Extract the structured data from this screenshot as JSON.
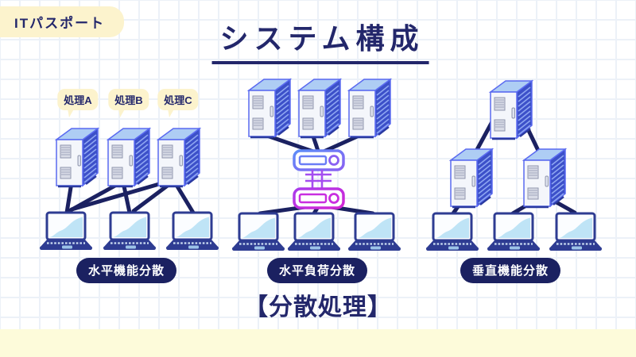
{
  "badge": {
    "label": "ITパスポート"
  },
  "title": "システム構成",
  "caption": "【分散処理】",
  "groups": [
    {
      "label": "水平機能分散",
      "bubbles": [
        "処理A",
        "処理B",
        "処理C"
      ],
      "servers": 3,
      "clients": 3
    },
    {
      "label": "水平負荷分散",
      "servers": 3,
      "clients": 3,
      "load_balancers": 2
    },
    {
      "label": "垂直機能分散",
      "servers": 3,
      "clients": 3
    }
  ],
  "colors": {
    "navy_text": "#23276b",
    "connection_line": "#1b2161",
    "cream": "#fcf3cd",
    "bottom_strip": "#fdfbda",
    "server_top": "#aecdf4",
    "server_side": "#3c50c9",
    "server_outline": "#5a6af0",
    "load_balancer_blue": "#6a7df6",
    "load_balancer_magenta": "#c92ee0",
    "laptop_frame": "#2e3c92",
    "screen_chart": "#bfe4f6"
  }
}
